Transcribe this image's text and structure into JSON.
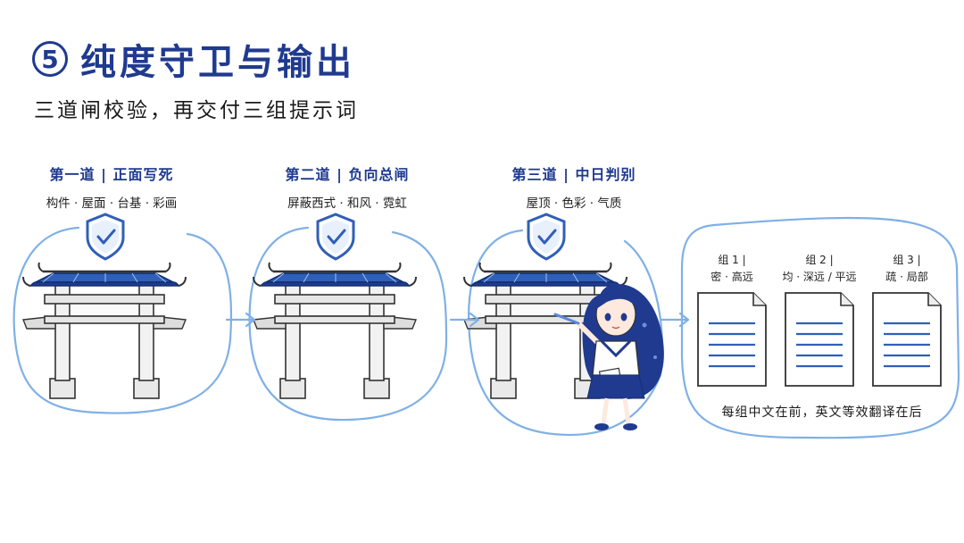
{
  "title": {
    "number": "5",
    "text": "纯度守卫与输出"
  },
  "subtitle": "三道闸校验，再交付三组提示词",
  "gates": [
    {
      "heading": "第一道 | 正面写死",
      "items": "构件 · 屋面 · 台基 · 彩画"
    },
    {
      "heading": "第二道 | 负向总闸",
      "items": "屏蔽西式 · 和风 · 霓虹"
    },
    {
      "heading": "第三道 | 中日判别",
      "items": "屋顶 · 色彩 · 气质"
    }
  ],
  "groups": [
    {
      "title": "组 1 |",
      "desc": "密 · 高远"
    },
    {
      "title": "组 2 |",
      "desc": "均 · 深远 / 平远"
    },
    {
      "title": "组 3 |",
      "desc": "疏 · 局部"
    }
  ],
  "output_note": "每组中文在前，英文等效翻译在后",
  "colors": {
    "accent": "#1f3a8f",
    "frame": "#7fb0e6",
    "tile": "#2f5fb8"
  },
  "icons": [
    "shield-check-icon",
    "paifang-gate-icon",
    "document-icon",
    "arrow-right-icon",
    "illustrated-girl-figure"
  ]
}
